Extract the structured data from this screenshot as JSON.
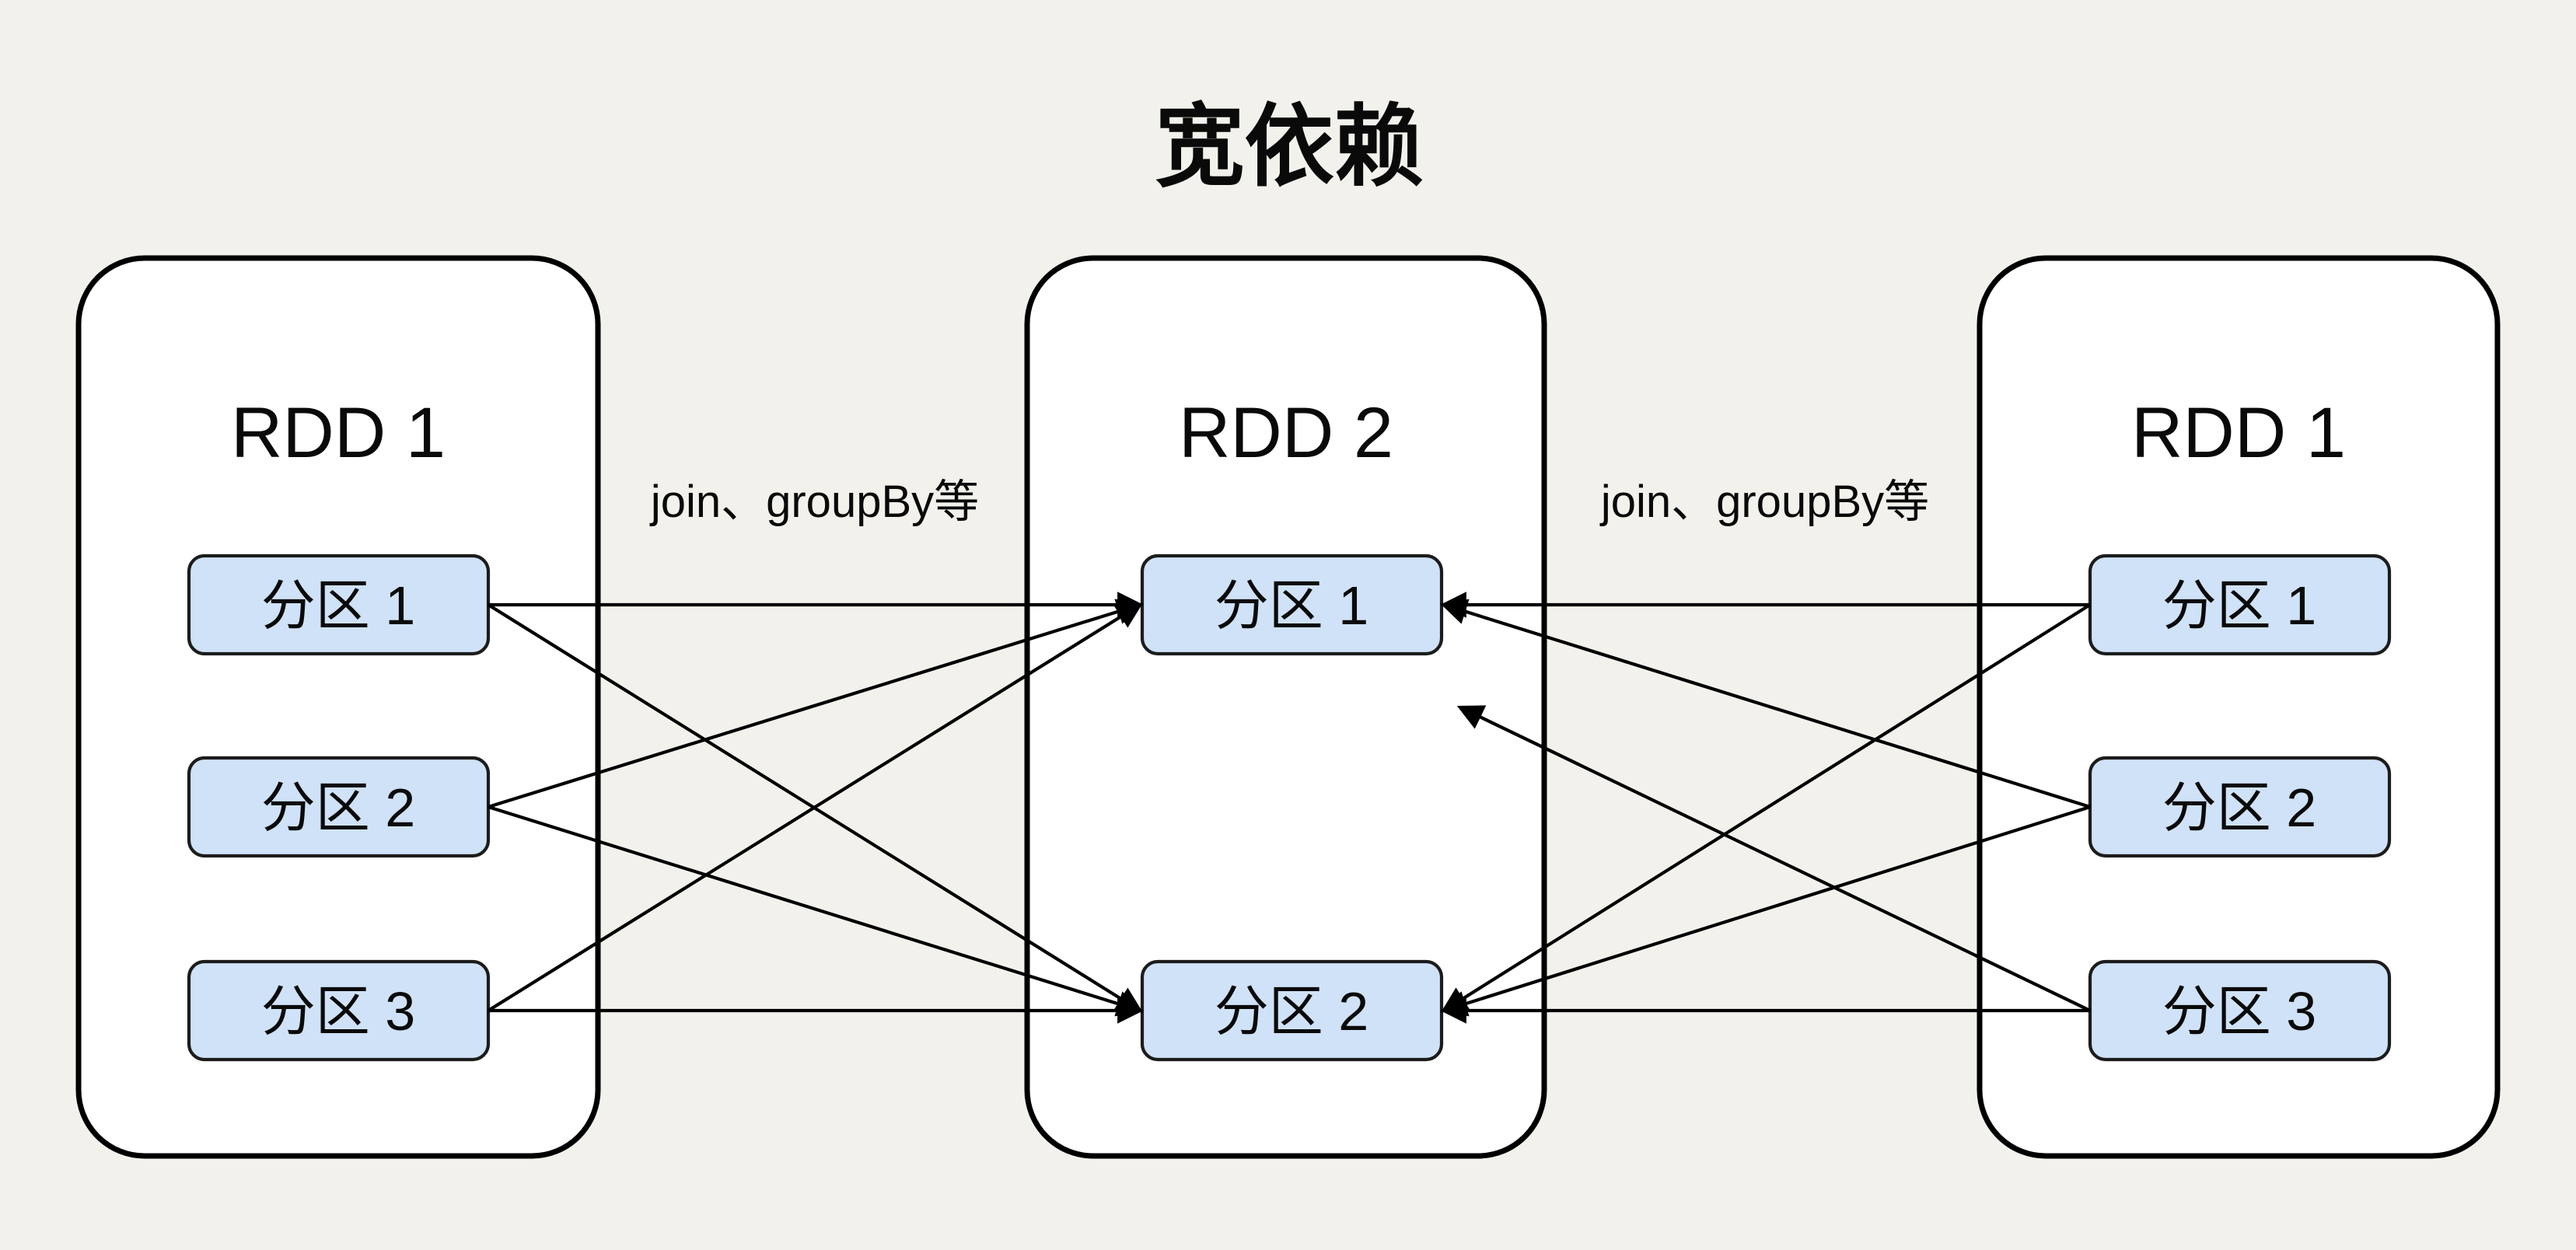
{
  "title": "宽依赖",
  "colors": {
    "background": "#f2f1ec",
    "box_fill": "#ffffff",
    "box_border": "#000000",
    "partition_fill": "#cfe2f7",
    "partition_border": "#1c1c1c",
    "arrow": "#000000",
    "text": "#0a0a0a"
  },
  "rdds": {
    "left": {
      "label": "RDD 1",
      "partitions": [
        {
          "label": "分区 1"
        },
        {
          "label": "分区 2"
        },
        {
          "label": "分区 3"
        }
      ]
    },
    "middle": {
      "label": "RDD 2",
      "partitions": [
        {
          "label": "分区 1"
        },
        {
          "label": "分区 2"
        }
      ]
    },
    "right": {
      "label": "RDD 1",
      "partitions": [
        {
          "label": "分区 1"
        },
        {
          "label": "分区 2"
        },
        {
          "label": "分区 3"
        }
      ]
    }
  },
  "edge_labels": {
    "left": "join、groupBy等",
    "right": "join、groupBy等"
  },
  "edges": [
    {
      "from": "rdd_left.partition_1",
      "to": "rdd_middle.partition_1"
    },
    {
      "from": "rdd_left.partition_1",
      "to": "rdd_middle.partition_2"
    },
    {
      "from": "rdd_left.partition_2",
      "to": "rdd_middle.partition_1"
    },
    {
      "from": "rdd_left.partition_2",
      "to": "rdd_middle.partition_2"
    },
    {
      "from": "rdd_left.partition_3",
      "to": "rdd_middle.partition_1"
    },
    {
      "from": "rdd_left.partition_3",
      "to": "rdd_middle.partition_2"
    },
    {
      "from": "rdd_right.partition_1",
      "to": "rdd_middle.partition_1"
    },
    {
      "from": "rdd_right.partition_1",
      "to": "rdd_middle.partition_2"
    },
    {
      "from": "rdd_right.partition_2",
      "to": "rdd_middle.partition_1"
    },
    {
      "from": "rdd_right.partition_2",
      "to": "rdd_middle.partition_2"
    },
    {
      "from": "rdd_right.partition_3",
      "to": "rdd_middle.partition_1",
      "stops_short": true
    },
    {
      "from": "rdd_right.partition_3",
      "to": "rdd_middle.partition_2"
    }
  ]
}
